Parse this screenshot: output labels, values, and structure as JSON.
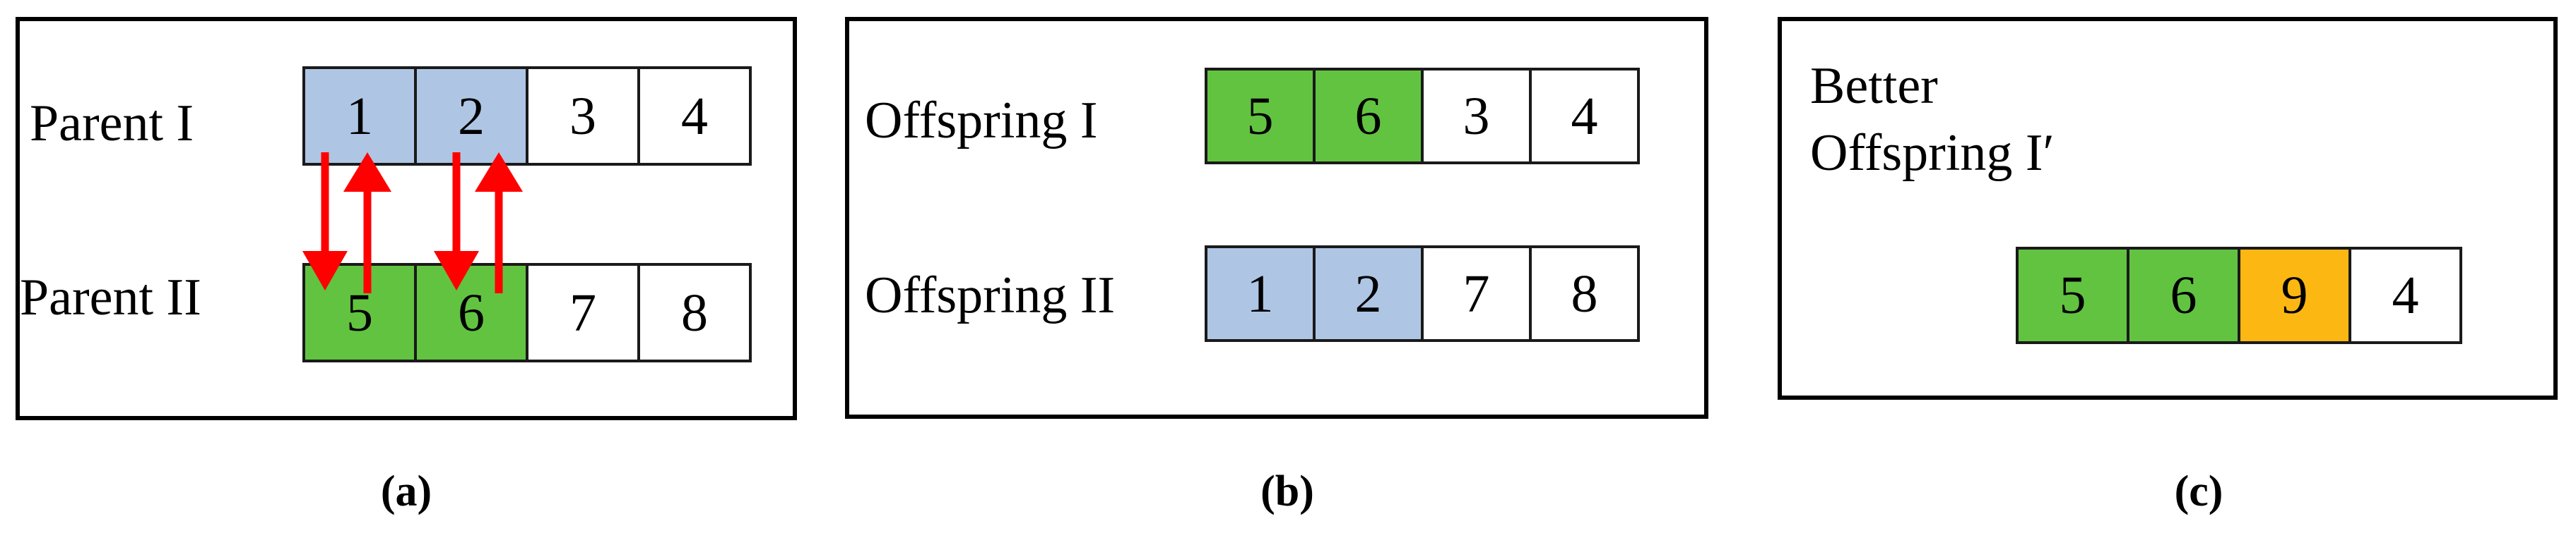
{
  "figure": {
    "type": "diagram",
    "description": "Genetic algorithm crossover and mutation illustration with three panels",
    "colors": {
      "blue": "#aec6e4",
      "green": "#62c341",
      "orange": "#fcb713",
      "white": "#ffffff",
      "arrow_red": "#fe0000",
      "border_black": "#000000"
    }
  },
  "panels": [
    {
      "id": "a",
      "caption": "(a)",
      "rows": [
        {
          "label": "Parent I",
          "cells": [
            {
              "value": "1",
              "color": "blue"
            },
            {
              "value": "2",
              "color": "blue"
            },
            {
              "value": "3",
              "color": "white"
            },
            {
              "value": "4",
              "color": "white"
            }
          ]
        },
        {
          "label": "Parent II",
          "cells": [
            {
              "value": "5",
              "color": "green"
            },
            {
              "value": "6",
              "color": "green"
            },
            {
              "value": "7",
              "color": "white"
            },
            {
              "value": "8",
              "color": "white"
            }
          ]
        }
      ],
      "arrows": [
        {
          "name": "swap-arrow-down-gene-1",
          "direction": "down"
        },
        {
          "name": "swap-arrow-up-gene-5",
          "direction": "up"
        },
        {
          "name": "swap-arrow-down-gene-2",
          "direction": "down"
        },
        {
          "name": "swap-arrow-up-gene-6",
          "direction": "up"
        }
      ]
    },
    {
      "id": "b",
      "caption": "(b)",
      "rows": [
        {
          "label": "Offspring I",
          "cells": [
            {
              "value": "5",
              "color": "green"
            },
            {
              "value": "6",
              "color": "green"
            },
            {
              "value": "3",
              "color": "white"
            },
            {
              "value": "4",
              "color": "white"
            }
          ]
        },
        {
          "label": "Offspring II",
          "cells": [
            {
              "value": "1",
              "color": "blue"
            },
            {
              "value": "2",
              "color": "blue"
            },
            {
              "value": "7",
              "color": "white"
            },
            {
              "value": "8",
              "color": "white"
            }
          ]
        }
      ],
      "arrows": []
    },
    {
      "id": "c",
      "caption": "(c)",
      "title_lines": [
        "Better",
        "Offspring I′"
      ],
      "rows": [
        {
          "label": "",
          "cells": [
            {
              "value": "5",
              "color": "green"
            },
            {
              "value": "6",
              "color": "green"
            },
            {
              "value": "9",
              "color": "orange"
            },
            {
              "value": "4",
              "color": "white"
            }
          ]
        }
      ],
      "arrows": []
    }
  ]
}
